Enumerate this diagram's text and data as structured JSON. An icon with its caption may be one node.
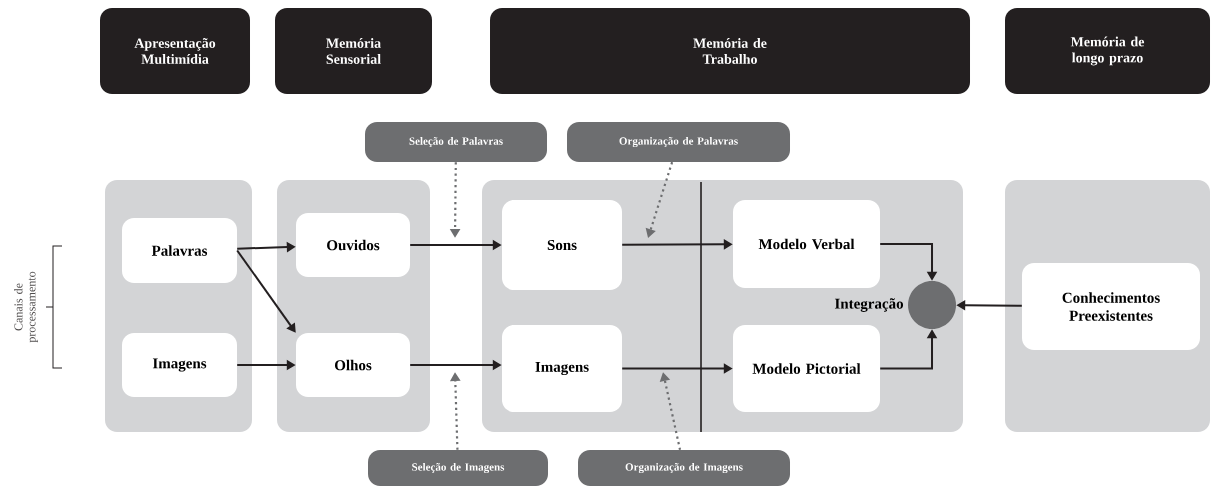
{
  "diagram": {
    "nodes": [
      {
        "text": [
          "Apresentação Multimídia"
        ]
      },
      {
        "text": [
          "Memória Sensorial"
        ]
      },
      {
        "text": [
          "Memória de Trabalho"
        ]
      },
      {
        "text": [
          "Memória de longo prazo"
        ]
      },
      {
        "text": [
          "Seleção de Palavras"
        ]
      },
      {
        "text": [
          "Organização de Palavras"
        ]
      },
      {
        "text": [],
        "shape": "box"
      },
      {
        "text": [
          "Palavras"
        ],
        "in": 6
      },
      {
        "text": [
          "Imagens"
        ],
        "in": 6
      },
      {
        "text": [],
        "shape": "box"
      },
      {
        "text": [
          "Ouvidos"
        ],
        "in": 9
      },
      {
        "text": [
          "Olhos"
        ],
        "in": 9
      },
      {
        "text": [],
        "shape": "box"
      },
      {
        "text": [
          "Sons"
        ],
        "in": 12
      },
      {
        "text": [
          "Imagens"
        ],
        "in": 12
      },
      {
        "text": [
          "Modelo Verbal"
        ],
        "in": 12
      },
      {
        "text": [],
        "shape": "circle",
        "beside": [
          "Integração"
        ],
        "in": 12
      },
      {
        "text": [
          "Modelo Pictorial"
        ],
        "in": 12
      },
      {
        "text": [],
        "shape": "box"
      },
      {
        "text": [
          "Conhecimentos Preexistentes"
        ],
        "in": 18
      },
      {
        "text": [
          "Seleção de Imagens"
        ]
      },
      {
        "text": [
          "Organização de Imagens"
        ]
      }
    ],
    "edges": [
      {
        "from": 7,
        "to": 10,
        "arrow": "to"
      },
      {
        "from": 7,
        "to": 11,
        "arrow": "to"
      },
      {
        "from": 8,
        "to": 11,
        "arrow": "to"
      },
      {
        "from": 10,
        "to": 13,
        "arrow": "to"
      },
      {
        "from": 11,
        "to": 14,
        "arrow": "to"
      },
      {
        "from": 13,
        "to": 15,
        "arrow": "to"
      },
      {
        "from": 14,
        "to": 17,
        "arrow": "to"
      },
      {
        "from": 15,
        "to": 16,
        "arrow": "to"
      },
      {
        "from": 17,
        "to": 16,
        "arrow": "to"
      },
      {
        "from": 19,
        "to": 16,
        "arrow": "to"
      },
      {
        "from": 4,
        "to": null,
        "arrow": "to",
        "style": "dashed",
        "color": "#6d6e70"
      },
      {
        "from": 5,
        "to": null,
        "arrow": "to",
        "style": "dashed",
        "color": "#6d6e70"
      },
      {
        "from": 20,
        "to": null,
        "arrow": "to",
        "style": "dashed",
        "color": "#6d6e70"
      },
      {
        "from": 21,
        "to": null,
        "arrow": "to",
        "style": "dashed",
        "color": "#6d6e70"
      }
    ],
    "labels": [
      "Canais de processamento"
    ]
  }
}
